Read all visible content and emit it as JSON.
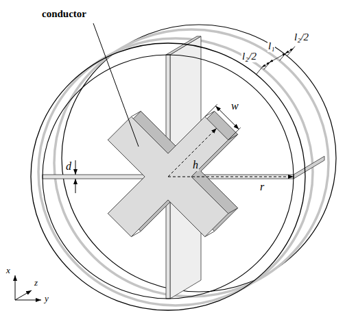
{
  "diagram": {
    "labels": [
      "conductor",
      "w",
      "h",
      "d",
      "r",
      "l₂/2",
      "l₁",
      "l₂/2",
      "x",
      "z",
      "y"
    ]
  }
}
